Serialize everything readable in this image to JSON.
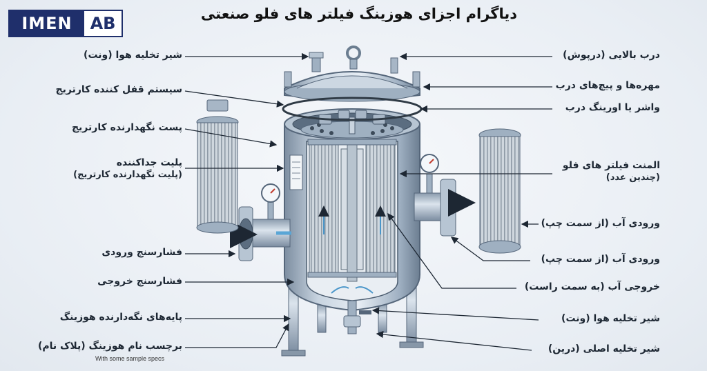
{
  "logo": {
    "part1": "IMEN",
    "part2": "AB"
  },
  "title": "دیاگرام اجزای هوزینگ فیلتر های فلو صنعتی",
  "left_labels": [
    {
      "text": "شیر تخلیه هوا (ونت)"
    },
    {
      "text": "سیستم قفل کننده کارتریج"
    },
    {
      "text": "پست نگهدارنده کارتریج"
    },
    {
      "text": "پلیت جداکننده",
      "sub": "(پلیت نگهدارنده کارتریج)"
    },
    {
      "text": "فشارسنج ورودی"
    },
    {
      "text": "فشارسنج خروجی"
    },
    {
      "text": "پایه‌های نگه‌دارنده هوزینگ"
    },
    {
      "text": "برچسب نام هوزینگ (پلاک نام)"
    }
  ],
  "left_note": "With some sample specs",
  "right_labels": [
    {
      "text": "درب بالایی (درپوش)"
    },
    {
      "text": "مهره‌ها و پیچ‌های درب"
    },
    {
      "text": "واشر یا اورینگ درب"
    },
    {
      "text": "المنت فیلتر های فلو",
      "sub": "(چندین عدد)"
    },
    {
      "text": "ورودی آب (از سمت چپ)"
    },
    {
      "text": "ورودی آب (از سمت چپ)"
    },
    {
      "text": "خروجی آب (به سمت راست)"
    },
    {
      "text": "شیر تخلیه هوا (ونت)"
    },
    {
      "text": "شیر تخلیه اصلی (درین)"
    }
  ],
  "colors": {
    "steel": "#a9b8c8",
    "steel_dark": "#6f8193",
    "steel_light": "#d8e1ea",
    "filter": "#c9d2da",
    "arrow": "#5aa6d6",
    "brand": "#1f2f6b"
  }
}
